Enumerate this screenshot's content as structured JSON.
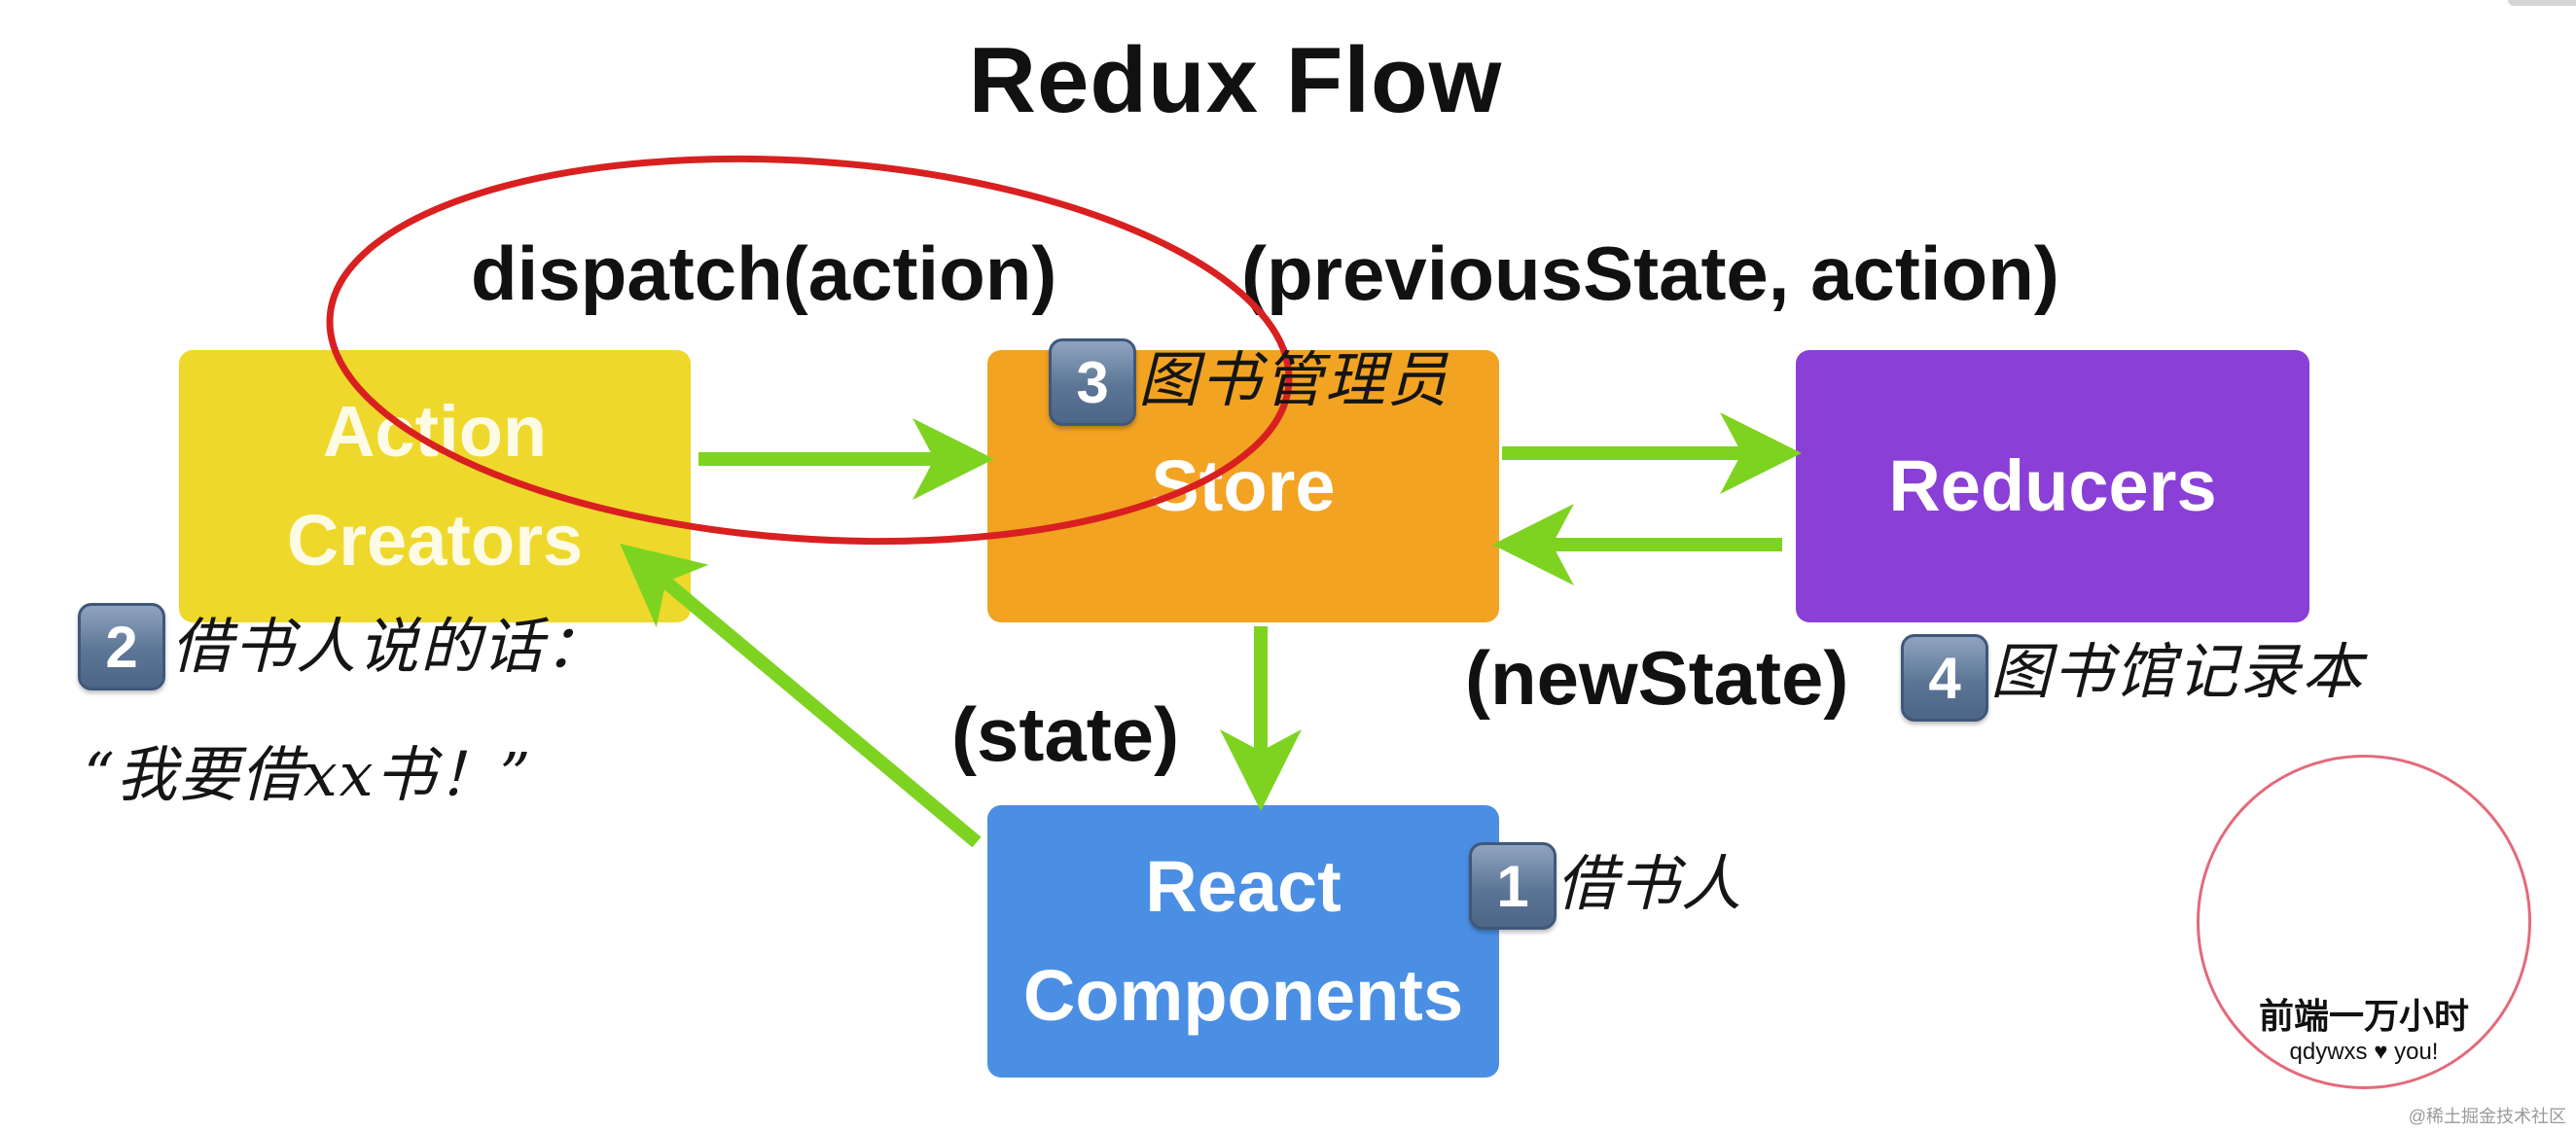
{
  "title": "Redux Flow",
  "labels": {
    "dispatch": "dispatch(action)",
    "previous_state": "(previousState, action)",
    "new_state": "(newState)",
    "state": "(state)"
  },
  "boxes": {
    "action_creators": [
      "Action",
      "Creators"
    ],
    "store": "Store",
    "reducers": "Reducers",
    "react_components": [
      "React",
      "Components"
    ]
  },
  "notes": {
    "store_badge": "3",
    "store_note": "图书管理员",
    "action_badge": "2",
    "action_note_line1": "借书人说的话：",
    "action_note_line2": "“我要借xx书！”",
    "reducer_badge": "4",
    "reducer_note": "图书馆记录本",
    "react_badge": "1",
    "react_note": "借书人"
  },
  "watermark": {
    "brand": "前端一万小时",
    "slogan": "qdywxs ♥ you!",
    "footer": "@稀土掘金技术社区"
  },
  "colors": {
    "action_creators": "#eed82c",
    "store": "#f2a322",
    "reducers": "#8a3fd6",
    "react_components": "#4a8fe3",
    "arrow": "#7ed321",
    "highlight_ellipse": "#d92020"
  }
}
